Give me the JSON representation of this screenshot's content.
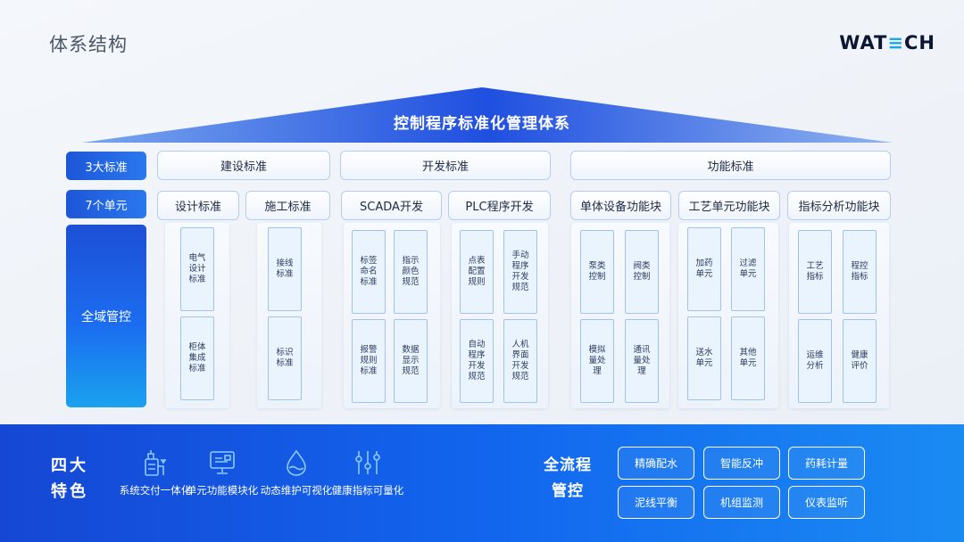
{
  "header": {
    "title": "体系结构"
  },
  "logo": {
    "prefix": "WAT",
    "sig": "≡",
    "suffix": "CH"
  },
  "roof": {
    "title": "控制程序标准化管理体系"
  },
  "row_labels": {
    "standards": "3大标准",
    "units": "7个单元",
    "control": "全域管控"
  },
  "standards": [
    "建设标准",
    "开发标准",
    "功能标准"
  ],
  "units": [
    "设计标准",
    "施工标准",
    "SCADA开发",
    "PLC程序开发",
    "单体设备功能块",
    "工艺单元功能块",
    "指标分析功能块"
  ],
  "cells": [
    [
      "电气设计标准",
      "柜体集成标准"
    ],
    [
      "接线标准",
      "标识标准"
    ],
    [
      "标签命名标准",
      "指示颜色规范",
      "报警规则标准",
      "数据显示规范"
    ],
    [
      "点表配置规则",
      "手动程序开发规范",
      "自动程序开发规范",
      "人机界面开发规范"
    ],
    [
      "泵类控制",
      "阀类控制",
      "模拟量处理",
      "通讯量处理"
    ],
    [
      "加药单元",
      "过滤单元",
      "送水单元",
      "其他单元"
    ],
    [
      "工艺指标",
      "程控指标",
      "运维分析",
      "健康评价"
    ]
  ],
  "features": {
    "title": "四大特色",
    "items": [
      {
        "label": "系统交付一体化",
        "icon": "system-delivery-icon"
      },
      {
        "label": "单元功能模块化",
        "icon": "monitor-module-icon"
      },
      {
        "label": "动态维护可视化",
        "icon": "water-drop-icon"
      },
      {
        "label": "健康指标可量化",
        "icon": "slider-controls-icon"
      }
    ]
  },
  "process": {
    "title": "全流程管控",
    "items": [
      "精确配水",
      "智能反冲",
      "药耗计量",
      "泥线平衡",
      "机组监测",
      "仪表监听"
    ]
  },
  "colors": {
    "primary": "#1d56d8",
    "accent": "#1aa6e8",
    "cell_border": "#9fc3ee"
  }
}
